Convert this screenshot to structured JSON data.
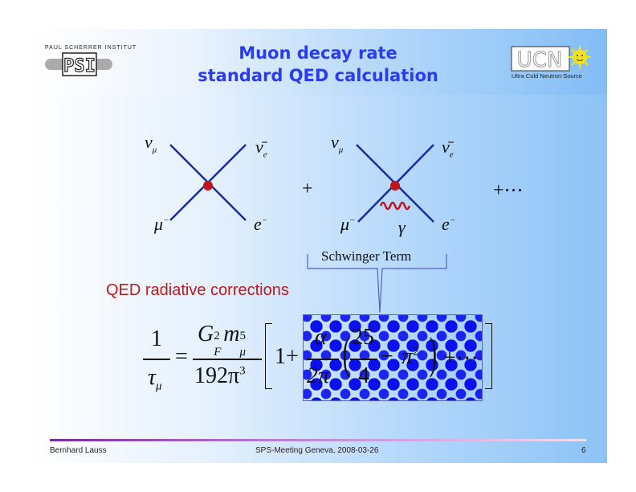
{
  "header": {
    "title_line1": "Muon decay rate",
    "title_line2": "standard QED calculation",
    "left_logo_text": "PAUL SCHERRER INSTITUT",
    "left_logo_mark": "PSI",
    "right_logo_mark": "UCN",
    "right_logo_caption": "Ultra Cold Neutron Source"
  },
  "diagram": {
    "nu_mu": "ν",
    "mu_sub": "μ",
    "nubar_e": "ν̄",
    "e_sub": "e",
    "muon": "μ",
    "minus": "−",
    "electron": "e",
    "gamma": "γ",
    "plus": "+",
    "plus_dots": "+⋯",
    "schwinger_label": "Schwinger Term"
  },
  "section_heading": "QED radiative corrections",
  "formula": {
    "one": "1",
    "tau": "τ",
    "mu": "μ",
    "eq": "=",
    "G": "G",
    "F": "F",
    "two": "2",
    "m": "m",
    "five": "5",
    "denom": "192π",
    "three": "3",
    "bracket_one": "1+",
    "alpha": "α",
    "two_pi": "2π",
    "t25": "25",
    "t4": "4",
    "minus": "−",
    "pi": "π",
    "sq": "2",
    "dots": "+⋯"
  },
  "footer": {
    "author": "Bernhard Lauss",
    "event": "SPS-Meeting Geneva, 2008-03-26",
    "page": "6"
  },
  "colors": {
    "title": "#2a3cf2",
    "heading": "#c0181c",
    "lines": "#1a2aa8",
    "vertex": "#c0151a"
  }
}
